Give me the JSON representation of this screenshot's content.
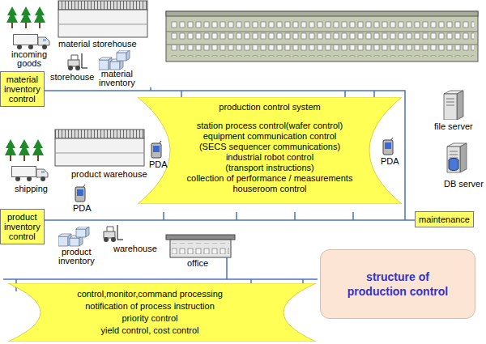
{
  "diagram": {
    "nodes": [
      {
        "text": [
          "material inventory control"
        ]
      },
      {
        "text": [
          "production control system",
          "station process control(wafer control)",
          "equipment communication control",
          "(SECS sequencer communications)",
          "industrial robot control",
          "(transport instructions)",
          "collection of performance / measurements",
          "houseroom control"
        ]
      },
      {
        "text": [
          "product inventory control"
        ]
      },
      {
        "text": [
          "maintenance"
        ]
      },
      {
        "text": [
          "control,monitor,command processing",
          "notification of process instruction",
          "priority control",
          "yield control, cost control"
        ]
      },
      {
        "text": [
          "structure of production control"
        ]
      }
    ],
    "labels": [
      "incoming goods",
      "material storehouse",
      "storehouse",
      "material inventory",
      "shipping",
      "product warehouse",
      "PDA",
      "PDA",
      "PDA",
      "file server",
      "DB server",
      "product inventory",
      "warehouse",
      "office"
    ]
  }
}
